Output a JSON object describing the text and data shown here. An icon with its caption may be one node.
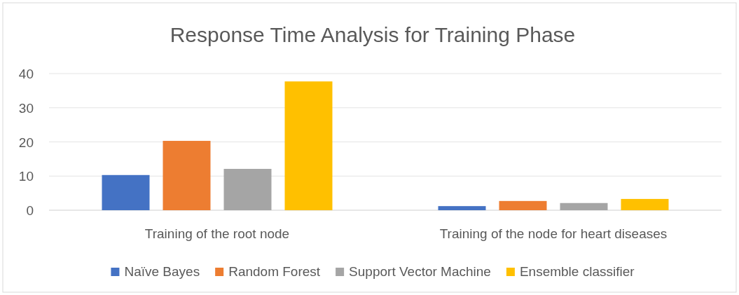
{
  "diagram": {
    "chart_data": {
      "type": "bar",
      "title": "Response Time Analysis for Training Phase",
      "categories": [
        "Training of the root node",
        "Training of the node for heart diseases"
      ],
      "series": [
        {
          "name": "Naïve Bayes",
          "color": "#4472c4",
          "values": [
            10.3,
            1.2
          ]
        },
        {
          "name": "Random Forest",
          "color": "#ed7d31",
          "values": [
            20.3,
            2.7
          ]
        },
        {
          "name": "Support Vector Machine",
          "color": "#a5a5a5",
          "values": [
            12.1,
            2.1
          ]
        },
        {
          "name": "Ensemble classifier",
          "color": "#ffc000",
          "values": [
            37.7,
            3.3
          ]
        }
      ],
      "ylim": [
        0,
        40
      ],
      "yticks": [
        0,
        10,
        20,
        30,
        40
      ],
      "grid": true,
      "legend": true
    }
  }
}
